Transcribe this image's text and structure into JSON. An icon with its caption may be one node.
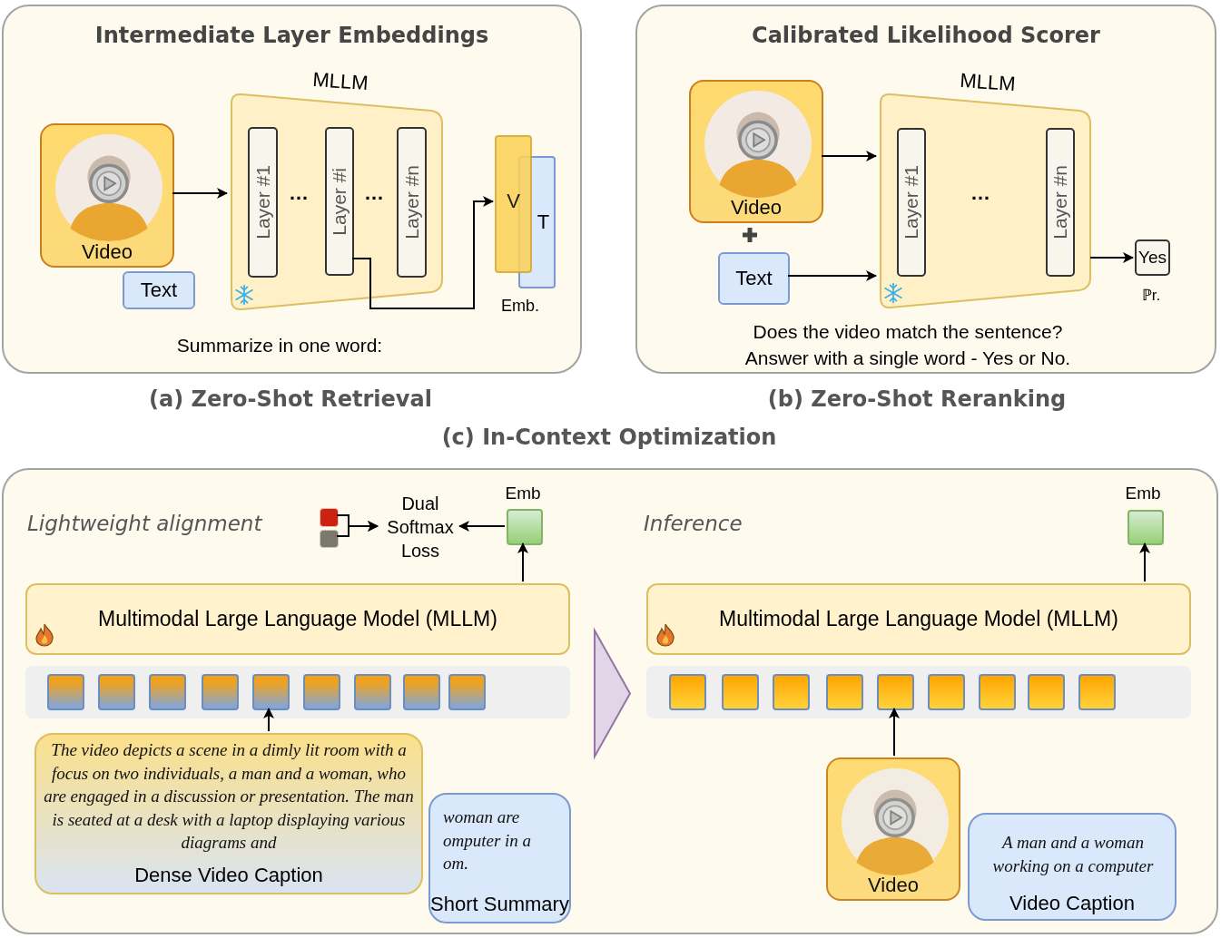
{
  "diagram": {
    "nodes": [
      {
        "text": [
          "Intermediate Layer Embeddings"
        ],
        "beside": [
          "(a) Zero-Shot Retrieval"
        ]
      },
      {
        "text": [
          "Video"
        ],
        "in": 0
      },
      {
        "text": [
          "Text"
        ],
        "in": 0
      },
      {
        "text": [],
        "shape": "trapezoid",
        "in": 0,
        "beside": [
          "MLLM"
        ]
      },
      {
        "text": [
          "Layer #1"
        ],
        "in": 3
      },
      {
        "text": [
          "Layer #i"
        ],
        "in": 3
      },
      {
        "text": [
          "Layer #n"
        ],
        "in": 3
      },
      {
        "text": [
          "V"
        ],
        "in": 0
      },
      {
        "text": [
          "T"
        ],
        "in": 0
      },
      {
        "text": [
          "Calibrated Likelihood Scorer"
        ],
        "beside": [
          "(b) Zero-Shot Reranking"
        ]
      },
      {
        "text": [
          "Video"
        ],
        "in": 9
      },
      {
        "text": [
          "Text"
        ],
        "in": 9
      },
      {
        "text": [],
        "shape": "trapezoid",
        "in": 9,
        "beside": [
          "MLLM"
        ]
      },
      {
        "text": [
          "Layer #1"
        ],
        "in": 12
      },
      {
        "text": [
          "Layer #n"
        ],
        "in": 12
      },
      {
        "text": [
          "Yes"
        ],
        "in": 9,
        "beside": [
          "ℙr."
        ]
      },
      {
        "text": [],
        "shape": "box"
      },
      {
        "text": [],
        "shape": "box",
        "in": 16
      },
      {
        "text": [],
        "shape": "box",
        "in": 16
      },
      {
        "text": [
          "Dual Softmax Loss"
        ],
        "in": 16
      },
      {
        "text": [],
        "shape": "box",
        "in": 16,
        "beside": [
          "Emb"
        ]
      },
      {
        "text": [
          "Multimodal Large Language Model (MLLM)"
        ],
        "in": 16
      },
      {
        "text": [],
        "shape": "bar",
        "in": 16
      },
      {
        "text": [],
        "shape": "box",
        "in": 22
      },
      {
        "text": [],
        "shape": "box",
        "in": 22
      },
      {
        "text": [],
        "shape": "box",
        "in": 22
      },
      {
        "text": [],
        "shape": "box",
        "in": 22
      },
      {
        "text": [],
        "shape": "box",
        "in": 22
      },
      {
        "text": [],
        "shape": "box",
        "in": 22
      },
      {
        "text": [],
        "shape": "box",
        "in": 22
      },
      {
        "text": [],
        "shape": "box",
        "in": 22
      },
      {
        "text": [],
        "shape": "box",
        "in": 22
      },
      {
        "text": [
          "The video depicts a scene in a dimly lit room with a focus on two individuals, a man and a woman, who are engaged in a discussion or presentation. The man is seated at a desk with a laptop displaying various diagrams and",
          "Dense Video Caption"
        ],
        "in": 16
      },
      {
        "text": [
          "woman are omputer in a om.",
          "Short Summary"
        ],
        "in": 16
      },
      {
        "text": [],
        "shape": "box",
        "in": 16,
        "beside": [
          "Emb"
        ]
      },
      {
        "text": [
          "Multimodal Large Language Model (MLLM)"
        ],
        "in": 16
      },
      {
        "text": [],
        "shape": "bar",
        "in": 16
      },
      {
        "text": [],
        "shape": "box",
        "in": 36
      },
      {
        "text": [],
        "shape": "box",
        "in": 36
      },
      {
        "text": [],
        "shape": "box",
        "in": 36
      },
      {
        "text": [],
        "shape": "box",
        "in": 36
      },
      {
        "text": [],
        "shape": "box",
        "in": 36
      },
      {
        "text": [],
        "shape": "box",
        "in": 36
      },
      {
        "text": [],
        "shape": "box",
        "in": 36
      },
      {
        "text": [],
        "shape": "box",
        "in": 36
      },
      {
        "text": [],
        "shape": "box",
        "in": 36
      },
      {
        "text": [
          "Video"
        ],
        "in": 16
      },
      {
        "text": [
          "A man and a woman working on a computer",
          "Video Caption"
        ],
        "in": 16
      },
      {
        "text": [],
        "shape": "triangle",
        "in": 16
      }
    ],
    "edges": [
      {
        "from": 1,
        "to": 3,
        "arrow": "to"
      },
      {
        "from": 5,
        "to": 7,
        "arrow": "to"
      },
      {
        "from": 10,
        "to": 12,
        "arrow": "to"
      },
      {
        "from": 11,
        "to": 12,
        "arrow": "to"
      },
      {
        "from": 12,
        "to": 15,
        "arrow": "to"
      },
      {
        "from": 17,
        "to": 19,
        "arrow": "to"
      },
      {
        "from": 18,
        "to": 19,
        "arrow": "to"
      },
      {
        "from": 20,
        "to": 19,
        "arrow": "to"
      },
      {
        "from": 21,
        "to": 20,
        "arrow": "to"
      },
      {
        "from": 32,
        "to": 27,
        "arrow": "to"
      },
      {
        "from": 46,
        "to": 41,
        "arrow": "to"
      },
      {
        "from": 35,
        "to": 34,
        "arrow": "to"
      }
    ],
    "labels": [
      "…",
      "…",
      "Emb.",
      "Summarize in one word:",
      "…",
      "Does the video match the sentence? Answer with a single word - Yes or No.",
      "(c) In-Context Optimization",
      "Lightweight alignment",
      "Inference"
    ]
  }
}
